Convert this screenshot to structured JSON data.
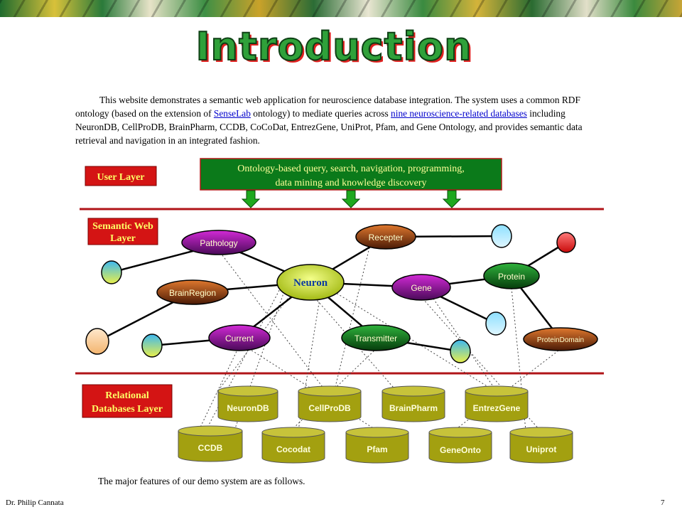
{
  "title": "Introduction",
  "intro": {
    "part1": "This website demonstrates a semantic web application for neuroscience database integration. The system uses a common RDF ontology (based on the extension of ",
    "link1": "SenseLab",
    "part2": " ontology) to mediate queries across ",
    "link2": "nine neuroscience-related databases",
    "part3": " including NeuronDB, CellProDB, BrainPharm, CCDB, CoCoDat, EntrezGene, UniProt, Pfam, and Gene Ontology, and provides semantic data retrieval and navigation in an integrated fashion."
  },
  "layers": {
    "user": "User  Layer",
    "semantic_line1": "Semantic Web",
    "semantic_line2": "Layer",
    "relational_line1": "Relational",
    "relational_line2": "Databases Layer"
  },
  "user_box": {
    "line1": "Ontology-based query, search, navigation, programming,",
    "line2": "data mining and knowledge discovery"
  },
  "nodes": {
    "neuron": "Neuron",
    "pathology": "Pathology",
    "recepter": "Recepter",
    "protein": "Protein",
    "gene": "Gene",
    "brainregion": "BrainRegion",
    "current": "Current",
    "transmitter": "Transmitter",
    "proteindomain": "ProteinDomain"
  },
  "databases": {
    "neurondb": "NeuronDB",
    "cellprodb": "CellProDB",
    "brainpharm": "BrainPharm",
    "entrezgene": "EntrezGene",
    "ccdb": "CCDB",
    "cocodat": "Cocodat",
    "pfam": "Pfam",
    "geneonto": "GeneOnto",
    "uniprot": "Uniprot"
  },
  "footer_text": "The major features of our demo system are as follows.",
  "author": "Dr. Philip Cannata",
  "page_number": "7",
  "colors": {
    "layer_label_bg": "#d41414",
    "user_box_bg": "#0b7a1a",
    "divider": "#b01418",
    "db_fill": "#a3a010",
    "neuron_fill": "#d6e820"
  }
}
